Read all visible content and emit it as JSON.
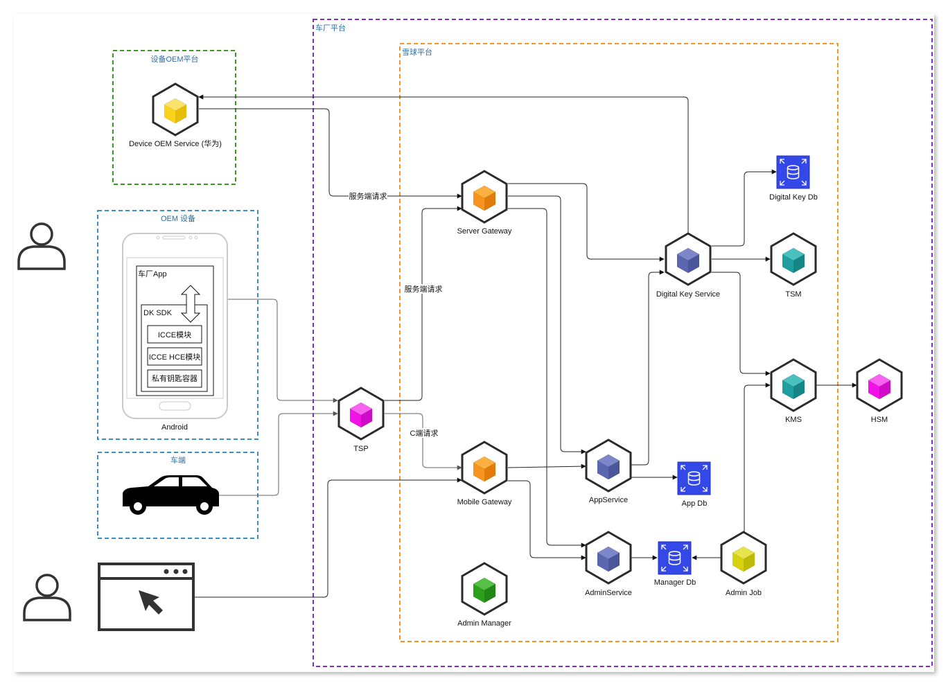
{
  "groups": {
    "car_factory_platform": "车厂平台",
    "snowball_platform": "雪球平台",
    "device_oem_platform": "设备OEM平台",
    "oem_device": "OEM 设备",
    "vehicle_side": "车端"
  },
  "phone": {
    "app_label": "车厂App",
    "sdk_label": "DK SDK",
    "modules": [
      "ICCE模块",
      "ICCE HCE模块",
      "私有钥匙容器"
    ],
    "os_label": "Android"
  },
  "nodes": {
    "device_oem_service": "Device OEM Service (华为)",
    "server_gateway": "Server Gateway",
    "digital_key_service": "Digital Key Service",
    "digital_key_db": "Digital Key Db",
    "tsm": "TSM",
    "kms": "KMS",
    "hsm": "HSM",
    "tsp": "TSP",
    "mobile_gateway": "Mobile Gateway",
    "app_service": "AppService",
    "app_db": "App Db",
    "admin_service": "AdminService",
    "manager_db": "Manager Db",
    "admin_job": "Admin Job",
    "admin_manager": "Admin Manager"
  },
  "edge_labels": {
    "server_request_1": "服务端请求",
    "server_request_2": "服务端请求",
    "client_request": "C端请求"
  },
  "colors": {
    "purple_border": "#7B2BD9",
    "orange_border": "#F7931E",
    "green_border": "#3A9A1F",
    "blue_border": "#3B8BC6",
    "orange_cube": "#F7941D",
    "navy_cube": "#5A67B0",
    "teal_cube": "#1E9E9E",
    "magenta_cube": "#F012E6",
    "yellow_cube": "#F9D21C",
    "lime_cube": "#D6D30E",
    "green_cube": "#2CA01C",
    "db_blue": "#3448E8"
  },
  "icons": [
    "user-icon",
    "car-icon",
    "browser-icon",
    "database-icon",
    "cube-icon",
    "phone-icon"
  ]
}
